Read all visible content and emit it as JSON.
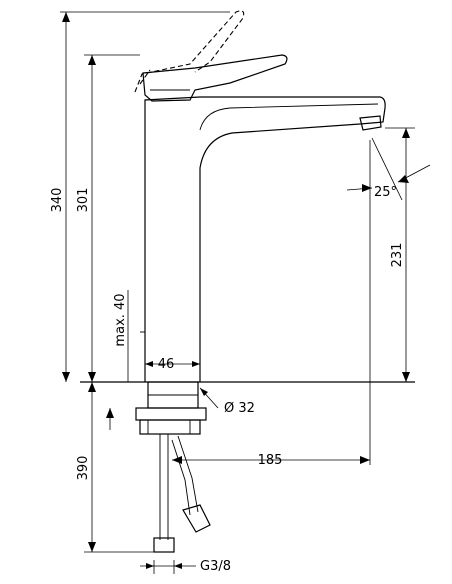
{
  "dimensions": {
    "total_height": "340",
    "spout_height": "301",
    "max_40": "max. 40",
    "body_width": "46",
    "spout_clearance": "231",
    "angle": "25°",
    "hole_diameter": "Ø 32",
    "below_deck": "390",
    "reach": "185",
    "connection": "G3/8"
  }
}
